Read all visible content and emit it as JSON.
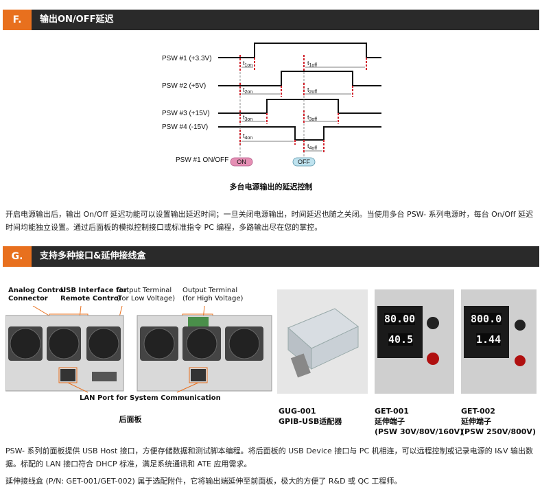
{
  "section_f": {
    "badge": "F.",
    "title": "输出ON/OFF延迟",
    "diagram": {
      "channels": [
        {
          "label": "PSW  #1 (+3.3V)"
        },
        {
          "label": "PSW  #2 (+5V)"
        },
        {
          "label": "PSW  #3 (+15V)"
        },
        {
          "label": "PSW  #4 (-15V)"
        }
      ],
      "on_times": [
        {
          "t": "t",
          "sub": "1on"
        },
        {
          "t": "t",
          "sub": "2on"
        },
        {
          "t": "t",
          "sub": "3on"
        },
        {
          "t": "t",
          "sub": "4on"
        }
      ],
      "off_times": [
        {
          "t": "t",
          "sub": "1off"
        },
        {
          "t": "t",
          "sub": "2off"
        },
        {
          "t": "t",
          "sub": "3off"
        },
        {
          "t": "t",
          "sub": "4off"
        }
      ],
      "control_label": "PSW  #1 ON/OFF",
      "on_label": "ON",
      "off_label": "OFF"
    },
    "caption": "多台电源输出的延迟控制",
    "paragraph": "开启电源输出后，输出 On/Off 延迟功能可以设置输出延迟时间；一旦关闭电源输出，时间延迟也随之关闭。当使用多台 PSW- 系列电源时，每台 On/Off 延迟时间均能独立设置。通过后面板的模拟控制接口或标准指令 PC 编程，多路输出尽在您的掌控。"
  },
  "section_g": {
    "badge": "G.",
    "title": "支持多种接口&延伸接线盒",
    "rear_panel": {
      "callout_analog": "Analog Control\nConnector",
      "callout_usb": "USB Interface for\nRemote Control",
      "callout_low": "Output Terminal\n(for Low Voltage)",
      "callout_high": "Output Terminal\n(for High Voltage)",
      "callout_lan": "LAN Port for System Communication",
      "caption": "后面板"
    },
    "products": [
      {
        "model": "GUG-001",
        "desc": "GPIB-USB适配器"
      },
      {
        "model": "GET-001",
        "desc": "延伸端子",
        "spec": "(PSW 30V/80V/160V)"
      },
      {
        "model": "GET-002",
        "desc": "延伸端子",
        "spec": "(PSW 250V/800V)"
      }
    ],
    "lcd": {
      "get001_v": "80.00",
      "get001_a": "40.5",
      "get002_v": "800.0",
      "get002_a": "1.44"
    },
    "paragraph1": "PSW- 系列前面板提供 USB Host 接口，方便存储数据和测试脚本编程。将后面板的 USB Device 接口与 PC 机相连，可以远程控制或记录电源的 I&V 输出数据。标配的 LAN 接口符合 DHCP 标准，满足系统通讯和 ATE 应用需求。",
    "paragraph2": "延伸接线盒 (P/N: GET-001/GET-002) 属于选配附件，它将输出端延伸至前面板，极大的方便了 R&D 或 QC 工程师。"
  },
  "colors": {
    "accent": "#e8701e",
    "bar": "#2a2a2a",
    "timing_marker": "#d0202a",
    "on_pill": "#e58fb4",
    "off_pill": "#bfe3ef"
  }
}
